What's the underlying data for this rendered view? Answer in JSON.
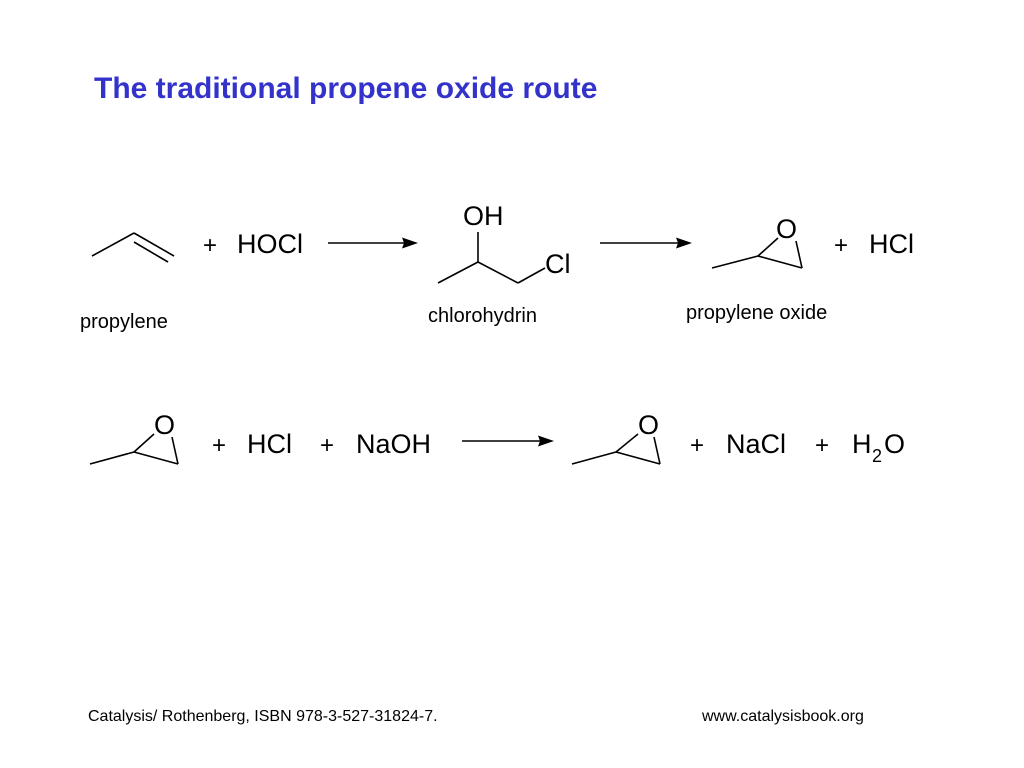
{
  "title": "The traditional propene oxide route",
  "reaction1": {
    "plus1": "+",
    "reagent": "HOCl",
    "intermediate_oh": "OH",
    "intermediate_cl": "Cl",
    "epoxide_o": "O",
    "plus2": "+",
    "byproduct": "HCl",
    "label_propylene": "propylene",
    "label_chlorohydrin": "chlorohydrin",
    "label_propylene_oxide": "propylene oxide"
  },
  "reaction2": {
    "epoxide_o_left": "O",
    "plus1": "+",
    "hcl": "HCl",
    "plus2": "+",
    "naoh": "NaOH",
    "epoxide_o_right": "O",
    "plus3": "+",
    "nacl": "NaCl",
    "plus4": "+",
    "water_h": "H",
    "water_sub": "2",
    "water_o": "O"
  },
  "footer": {
    "citation": "Catalysis/ Rothenberg, ISBN 978-3-527-31824-7.",
    "website": "www.catalysisbook.org"
  },
  "colors": {
    "title": "#3333cc",
    "text": "#000000",
    "background": "#ffffff"
  }
}
